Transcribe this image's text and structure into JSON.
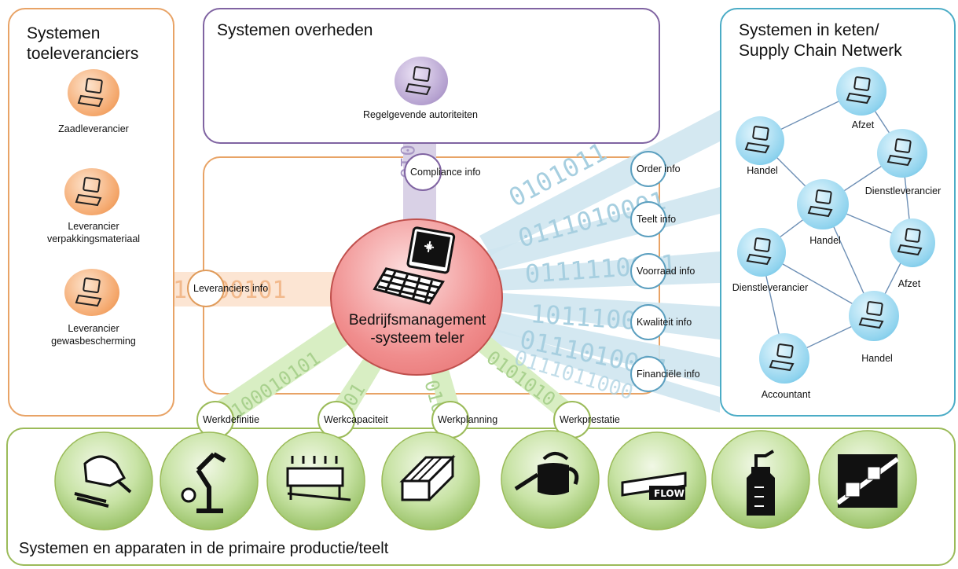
{
  "colors": {
    "orange": "#e8a366",
    "purple": "#8064a2",
    "teal": "#4bacc6",
    "green": "#9bbb59",
    "center": "#e46c6c"
  },
  "suppliers": {
    "title": "Systemen\ntoeleveranciers",
    "items": [
      {
        "label": "Zaadleverancier",
        "icon": "laptop-icon"
      },
      {
        "label": "Leverancier\nverpakkingsmateriaal",
        "icon": "laptop-icon"
      },
      {
        "label": "Leverancier\ngewasbescherming",
        "icon": "laptop-icon"
      }
    ]
  },
  "government": {
    "title": "Systemen overheden",
    "items": [
      {
        "label": "Regelgevende autoriteiten",
        "icon": "laptop-icon"
      }
    ]
  },
  "chain": {
    "title": "Systemen in keten/\nSupply Chain Netwerk",
    "nodes": [
      {
        "label": "Afzet"
      },
      {
        "label": "Handel"
      },
      {
        "label": "Dienstleverancier"
      },
      {
        "label": "Handel"
      },
      {
        "label": "Afzet"
      },
      {
        "label": "Dienstleverancier"
      },
      {
        "label": "Handel"
      },
      {
        "label": "Accountant"
      }
    ]
  },
  "center": {
    "label": "Bedrijfsmanagement\n-systeem teler",
    "icon": "laptop-icon"
  },
  "flows": {
    "compliance": "Compliance info",
    "leveranciers": "Leveranciers info",
    "chain": [
      "Order info",
      "Teelt info",
      "Voorraad info",
      "Kwaliteit info",
      "Financiële info"
    ],
    "production": [
      "Werkdefinitie",
      "Werkcapaciteit",
      "Werkplanning",
      "Werkprestatie"
    ]
  },
  "binary": {
    "leveranciers": "10100101",
    "compliance": "010",
    "chain": [
      "0101011",
      "0111010001",
      "0111110001",
      "101110000",
      "0111010001",
      "0111011000"
    ],
    "production": [
      "1100010101",
      "0101",
      "010",
      "0101010"
    ]
  },
  "production": {
    "title": "Systemen en apparaten in de primaire productie/teelt",
    "devices": [
      "animal-scanner-icon",
      "robot-arm-icon",
      "conveyor-machine-icon",
      "greenhouse-icon",
      "watering-can-icon",
      "flow-machine-icon",
      "spray-bottle-icon",
      "packaging-line-icon"
    ]
  }
}
